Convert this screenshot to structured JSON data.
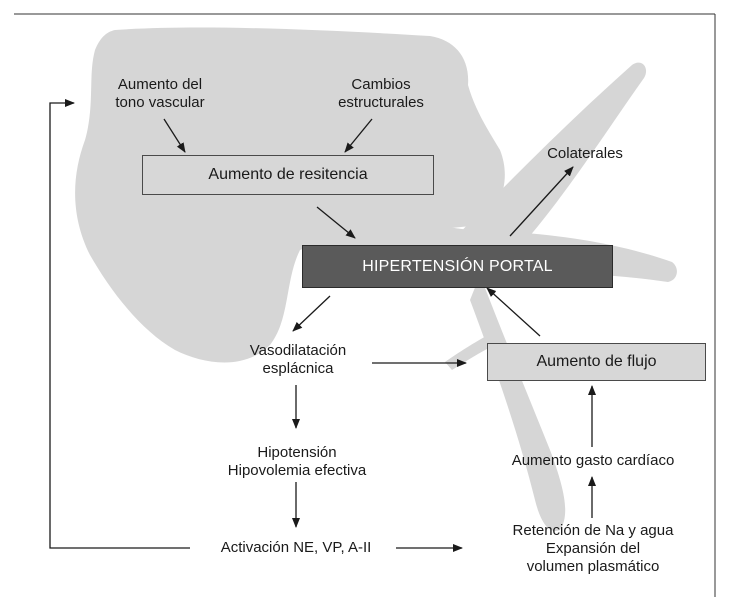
{
  "nodes": {
    "tono": "Aumento del\ntono vascular",
    "cambios": "Cambios\nestructurales",
    "resistencia": "Aumento de resitencia",
    "colaterales": "Colaterales",
    "hipertension": "HIPERTENSIÓN PORTAL",
    "vasodilatacion": "Vasodilatación\nesplácnica",
    "flujo": "Aumento de flujo",
    "hipotension": "Hipotensión\nHipovolemia efectiva",
    "gasto": "Aumento gasto cardíaco",
    "activacion": "Activación NE, VP, A-II",
    "retencion": "Retención de Na y agua\nExpansión del\nvolumen plasmático"
  },
  "colors": {
    "background_shape": "#d6d6d6",
    "light_box": "#d7d7d7",
    "dark_box": "#5a5a5a",
    "arrow": "#1a1a1a"
  }
}
